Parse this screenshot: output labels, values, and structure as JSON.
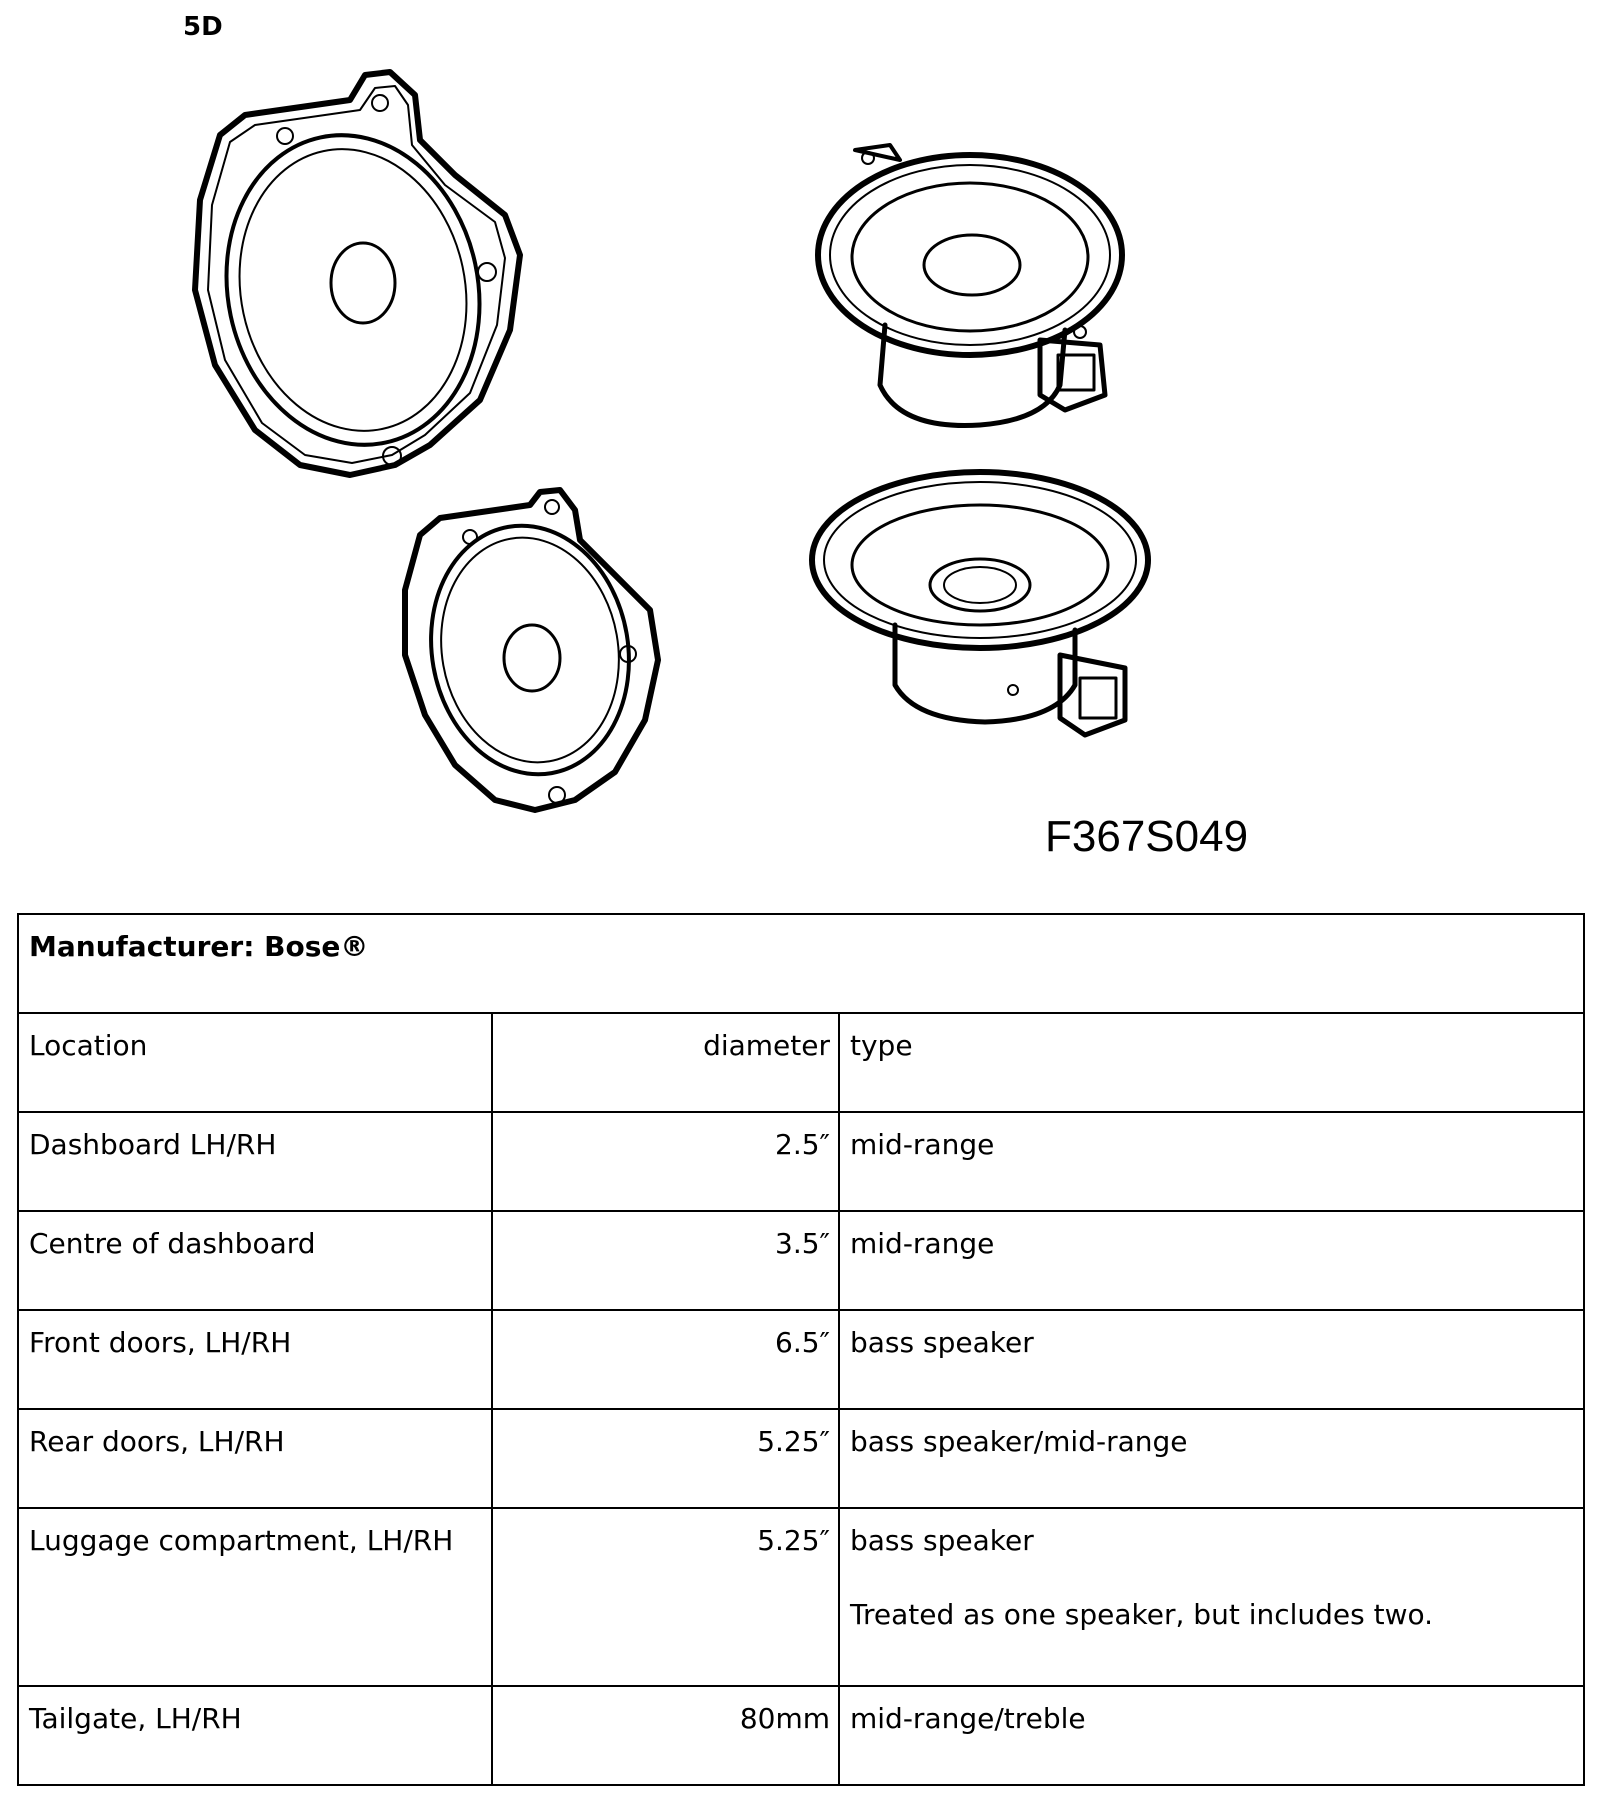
{
  "section_label": "5D",
  "figure_code": "F367S049",
  "table": {
    "manufacturer": "Manufacturer: Bose®",
    "headers": {
      "location": "Location",
      "diameter": "diameter",
      "type": "type"
    },
    "rows": [
      {
        "location": "Dashboard LH/RH",
        "diameter": "2.5″",
        "type": "mid-range"
      },
      {
        "location": "Centre of dashboard",
        "diameter": "3.5″",
        "type": "mid-range"
      },
      {
        "location": "Front doors, LH/RH",
        "diameter": "6.5″",
        "type": "bass speaker"
      },
      {
        "location": "Rear doors, LH/RH",
        "diameter": "5.25″",
        "type": "bass speaker/mid-range"
      },
      {
        "location": "Luggage compartment, LH/RH",
        "diameter": "5.25″",
        "type": "bass speaker",
        "note": "Treated as one speaker, but includes two."
      },
      {
        "location": "Tailgate, LH/RH",
        "diameter": "80mm",
        "type": "mid-range/treble"
      }
    ]
  }
}
